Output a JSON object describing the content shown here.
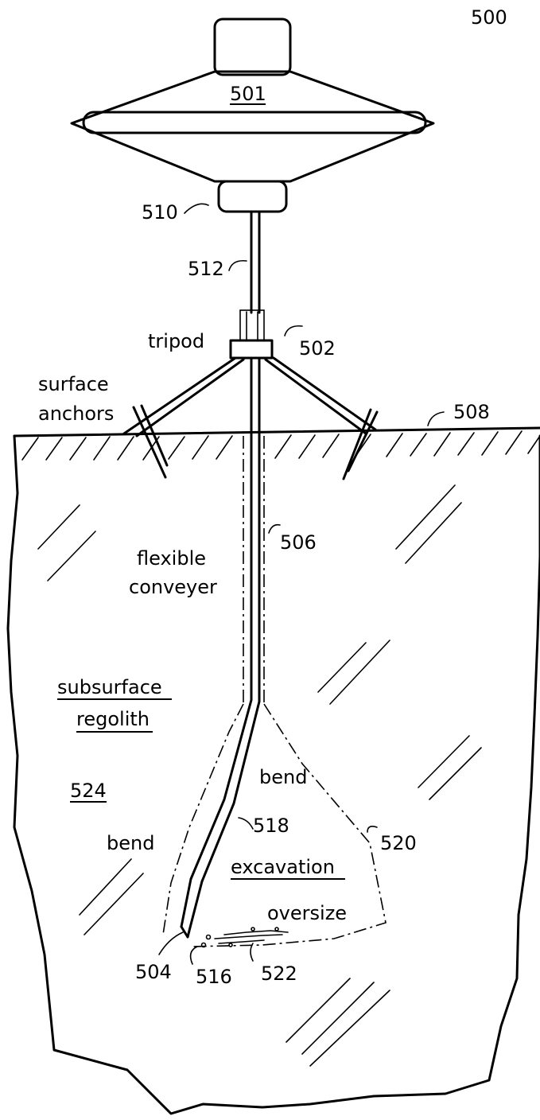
{
  "figure_number": "500",
  "labels": {
    "lander": "501",
    "tripod_ref": "502",
    "tip_ref": "504",
    "conveyer_ref": "506",
    "surface_ref": "508",
    "motor_ref": "510",
    "shaft_ref": "512",
    "end_ref": "516",
    "bend_ref": "518",
    "excavation_ref": "520",
    "oversize_ref": "522",
    "regolith_ref": "524",
    "tripod": "tripod",
    "surface_line1": "surface",
    "surface_line2": "anchors",
    "flexible_line1": "flexible",
    "flexible_line2": "conveyer",
    "subsurface_line1": "subsurface",
    "subsurface_line2": "regolith",
    "bend_upper": "bend",
    "bend_left": "bend",
    "excavation": "excavation",
    "oversize": "oversize"
  }
}
